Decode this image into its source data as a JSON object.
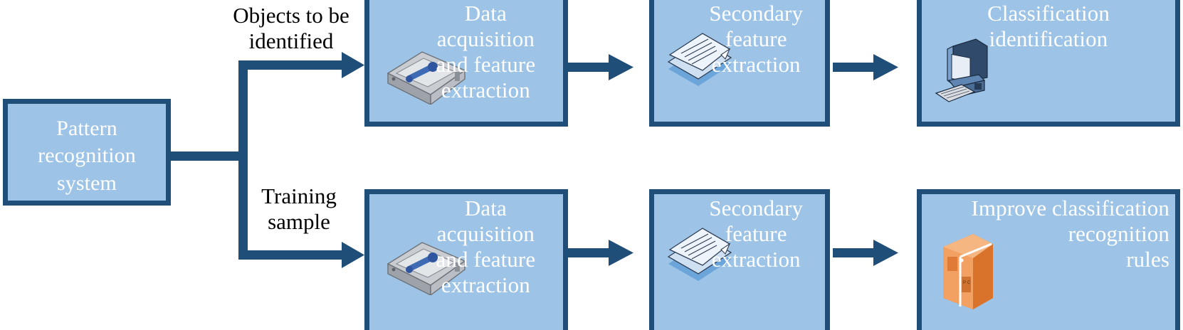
{
  "diagram": {
    "title": "Pattern recognition system flow",
    "colors": {
      "box_fill": "#9dc3e6",
      "box_border": "#1f4e79",
      "arrow": "#1f4e79",
      "box_text": "#ffffff",
      "edge_label_text": "#000000",
      "server_icon": "#e8883a",
      "background": "#ffffff"
    },
    "source": {
      "label": "Pattern\nrecognition\nsystem",
      "name": "pattern-recognition-system"
    },
    "edge_labels": [
      {
        "text": "Objects to be\nidentified",
        "name": "objects-to-be-identified"
      },
      {
        "text": "Training\nsample",
        "name": "training-sample"
      }
    ],
    "rows": [
      {
        "name": "identification-pipeline",
        "stages": [
          {
            "label": "Data acquisition\nand feature\nextraction",
            "icon": "scanner-icon",
            "name": "data-acquisition-feature-extraction-top"
          },
          {
            "label": "Secondary\nfeature\nextraction",
            "icon": "documents-stack-icon",
            "name": "secondary-feature-extraction-top"
          },
          {
            "label": "Classification\nidentification",
            "icon": "desktop-computer-icon",
            "name": "classification-identification"
          }
        ]
      },
      {
        "name": "training-pipeline",
        "stages": [
          {
            "label": "Data acquisition\nand feature\nextraction",
            "icon": "scanner-icon",
            "name": "data-acquisition-feature-extraction-bottom"
          },
          {
            "label": "Secondary\nfeature\nextraction",
            "icon": "documents-stack-icon",
            "name": "secondary-feature-extraction-bottom"
          },
          {
            "label": "Improve classification\nrecognition\nrules",
            "icon": "server-cabinet-icon",
            "name": "improve-classification-recognition-rules"
          }
        ]
      }
    ]
  }
}
